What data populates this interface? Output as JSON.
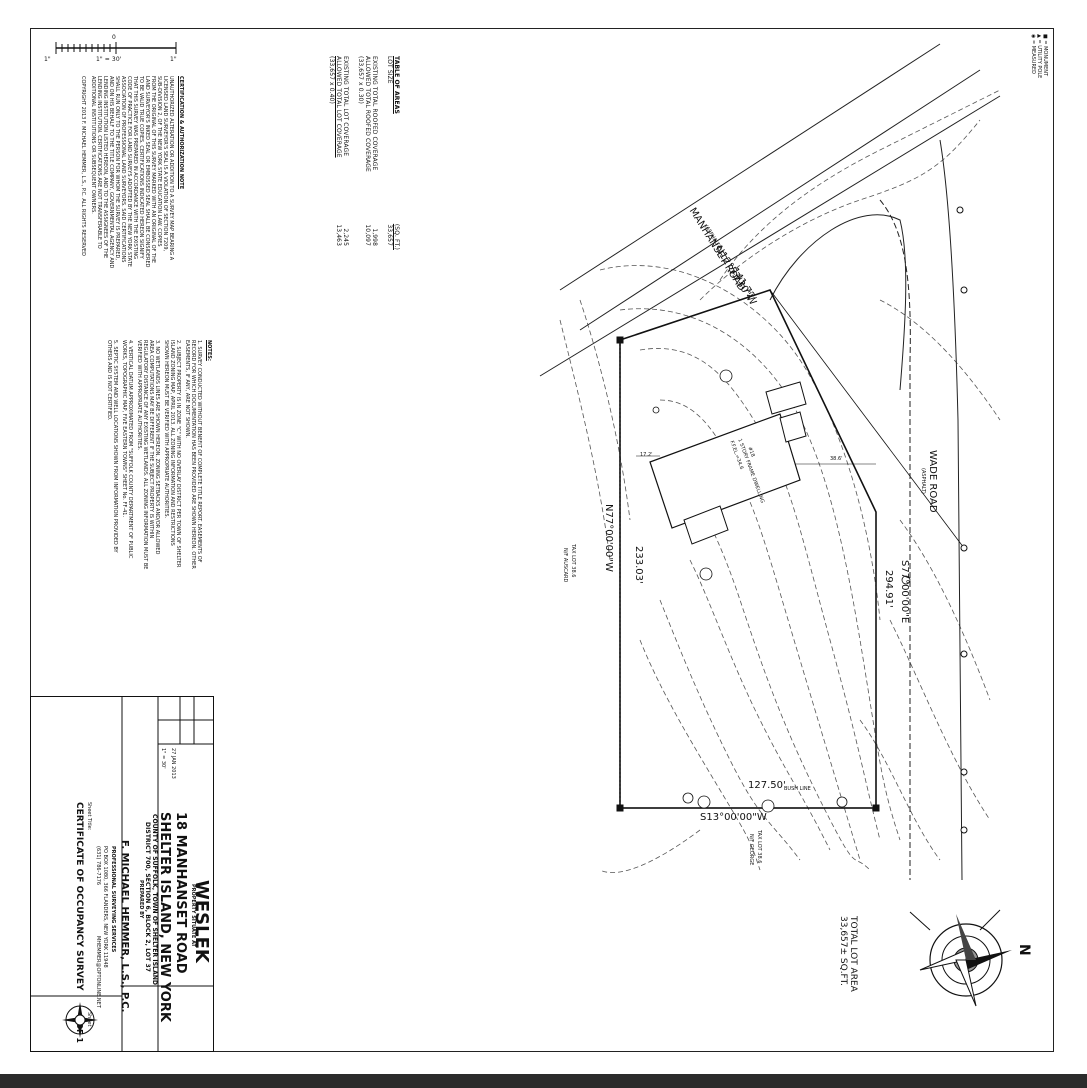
{
  "scale": {
    "label_left": "1\"",
    "label_mid": "1\" = 30'",
    "label_right": "1\"",
    "zero": "0"
  },
  "legend": {
    "items": [
      "= MONUMENT",
      "= UTILITY POLE",
      "= MEASURED"
    ]
  },
  "area_table": {
    "title": "TABLE OF AREAS",
    "col_header": "(SQ. FT.)",
    "rows": [
      {
        "label": "LOT SIZE",
        "value": "33,657"
      },
      {
        "label": "EXISTING TOTAL ROOFED COVERAGE",
        "value": "1,998"
      },
      {
        "label": "ALLOWED TOTAL ROOFED COVERAGE",
        "value": "10,097"
      },
      {
        "label": "(33,657 x 0.30)",
        "value": ""
      },
      {
        "label": "EXISTING TOTAL LOT COVERAGE",
        "value": "2,245"
      },
      {
        "label": "ALLOWED TOTAL LOT COVERAGE",
        "value": "13,463"
      },
      {
        "label": "(33,657 x 0.40)",
        "value": ""
      }
    ]
  },
  "certification": {
    "title": "CERTIFICATION & AUTHORIZATION NOTE",
    "lines": [
      "UNAUTHORIZED ALTERATION OR ADDITION TO A SURVEY MAP BEARING A",
      "LICENSED LAND SURVEYOR'S SEAL IS A VIOLATION OF SECTION 7209,",
      "SUB-DIVISION 2, OF THE NEW YORK STATE EDUCATION LAW. COPIES",
      "FROM THE ORIGINAL OF THIS SURVEY MARKED WITH AN ORIGINAL OF THE",
      "LAND SURVEYOR'S INKED SEAL OR EMBOSSED SEAL SHALL BE CONSIDERED",
      "TO BE VALID TRUE COPIES. CERTIFICATIONS INDICATED HEREON SIGNIFY",
      "THAT THIS SURVEY WAS PREPARED IN ACCORDANCE WITH THE EXISTING",
      "CODE OF PRACTICE FOR LAND SURVEYS ADOPTED BY THE NEW YORK STATE",
      "ASSOCIATION OF PROFESSIONAL LAND SURVEYORS. SAID CERTIFICATIONS",
      "SHALL RUN ONLY TO THE PERSON FOR WHOM THE SURVEY IS PREPARED,",
      "AND ON HIS BEHALF TO THE TITLE COMPANY, GOVERNMENTAL AGENCY AND",
      "LENDING INSTITUTION LISTED HEREON, AND TO THE ASSIGNEES OF THE",
      "LENDING INSTITUTION. CERTIFICATIONS ARE NOT TRANSFERABLE TO",
      "ADDITIONAL INSTITUTIONS OR SUBSEQUENT OWNERS."
    ],
    "copyright": "COPYRIGHT 2013 F. MICHAEL HEMMER, L.S., P.C. ALL RIGHTS RESERVED"
  },
  "notes": {
    "title": "NOTES:",
    "lines": [
      "1. SURVEY CONDUCTED WITHOUT BENEFIT OF COMPLETE TITLE REPORT. EASEMENTS OF",
      "RECORD FOR WHICH DOCUMENTATION HAS BEEN PROVIDED ARE SHOWN HEREON. OTHER",
      "EASEMENTS, IF ANY, ARE NOT SHOWN.",
      "2. SUBJECT PROPERTY IS IN ZONE \"C\" WITH NO OVERLAY DISTRICT PER TOWN OF SHELTER",
      "ISLAND ZONING MAP, APRIL 2013. ALL ZONING INFORMATION AND RESTRICTIONS",
      "SHOWN HEREON MUST BE VERIFIED WITH APPROPRIATE AUTHORITIES.",
      "3. NO WETLANDS LINES ARE SHOWN HEREON. ZONING SETBACKS AND/OR ALLOWED",
      "AREA COMPUTATIONS MAY BE DIFFERENT IF THE SUBJECT PROPERTY IS WITHIN",
      "REGULATORY DISTANCE OF ANY EXISTING WETLANDS. ALL ZONING INFORMATION MUST BE",
      "VERIFIED WITH APPROPRIATE AUTHORITIES.",
      "4. VERTICAL DATUM APPROXIMATED FROM \"SUFFOLK COUNTY DEPARTMENT OF PUBLIC",
      "WORKS, TOPOGRAPHIC MAP, FIVE EASTERN TOWNS\" SHEET No. FF-41.",
      "5. SEPTIC SYSTEM AND WELL LOCATIONS SHOWN FROM INFORMATION PROVIDED BY",
      "OTHERS AND IS NOT CERTIFIED."
    ]
  },
  "plan": {
    "road_manhanset": "MANHANSET ROAD",
    "road_manhanset_sub": "(ASPHALT)",
    "road_wade": "WADE ROAD",
    "road_wade_sub": "(ASPHALT)",
    "bearing_top": "N12°53'30\"W",
    "dist_top": "141.72'",
    "bearing_right": "S77°00'00\"E",
    "dist_right": "294.91'",
    "bearing_left": "N77°00'00\"W",
    "dist_left": "233.03'",
    "bearing_bottom": "S13°00'00\"W",
    "dist_bottom": "127.50'",
    "house_label": "1 STORY FRAME DWELLING",
    "house_ffe": "F.F.EL.=34.6",
    "house_number": "#18",
    "offset_left": "17.2'",
    "offset_right": "38.6'",
    "tax_lot_left": "TAX LOT 38.6",
    "tax_lot_left_sub": "N/F AUSCARD",
    "tax_lot_bottom": "TAX LOT 38.6",
    "tax_lot_bottom_sub": "N/F GEORGE",
    "bush_line": "BUSH LINE",
    "total_area": "TOTAL LOT AREA",
    "total_area_value": "33,657± SQ.FT.",
    "north": "N"
  },
  "title_block": {
    "owner": "WESLEK",
    "situate": "PROPERTY SITUATE AT",
    "address": "18 MANHANSET ROAD",
    "town": "SHELTER ISLAND, NEW YORK",
    "county": "COUNTY OF SUFFOLK, TOWN OF SHELTER ISLAND",
    "district": "DISTRICT 700, SECTION 6, BLOCK 2, LOT 37",
    "prepared_by": "PREPARED BY",
    "firm": "F. MICHAEL HEMMER, L.S., P.C.",
    "firm_sub": "PROFESSIONAL SURVEYING SERVICES",
    "firm_addr1": "PO BOX 1080, 366 FLANDERS, NEW YORK 11948",
    "firm_addr2": "(631) 786-7176",
    "firm_email": "MHEMMER@OPTONLINE.NET",
    "sheet_title_label": "Sheet Title:",
    "sheet_title": "CERTIFICATE OF OCCUPANCY SURVEY",
    "sheet_label": "Sheet",
    "sheet_no": "1 OF 1",
    "field_date": "27 JAN 2013",
    "scale_value": "1\" = 30'"
  }
}
